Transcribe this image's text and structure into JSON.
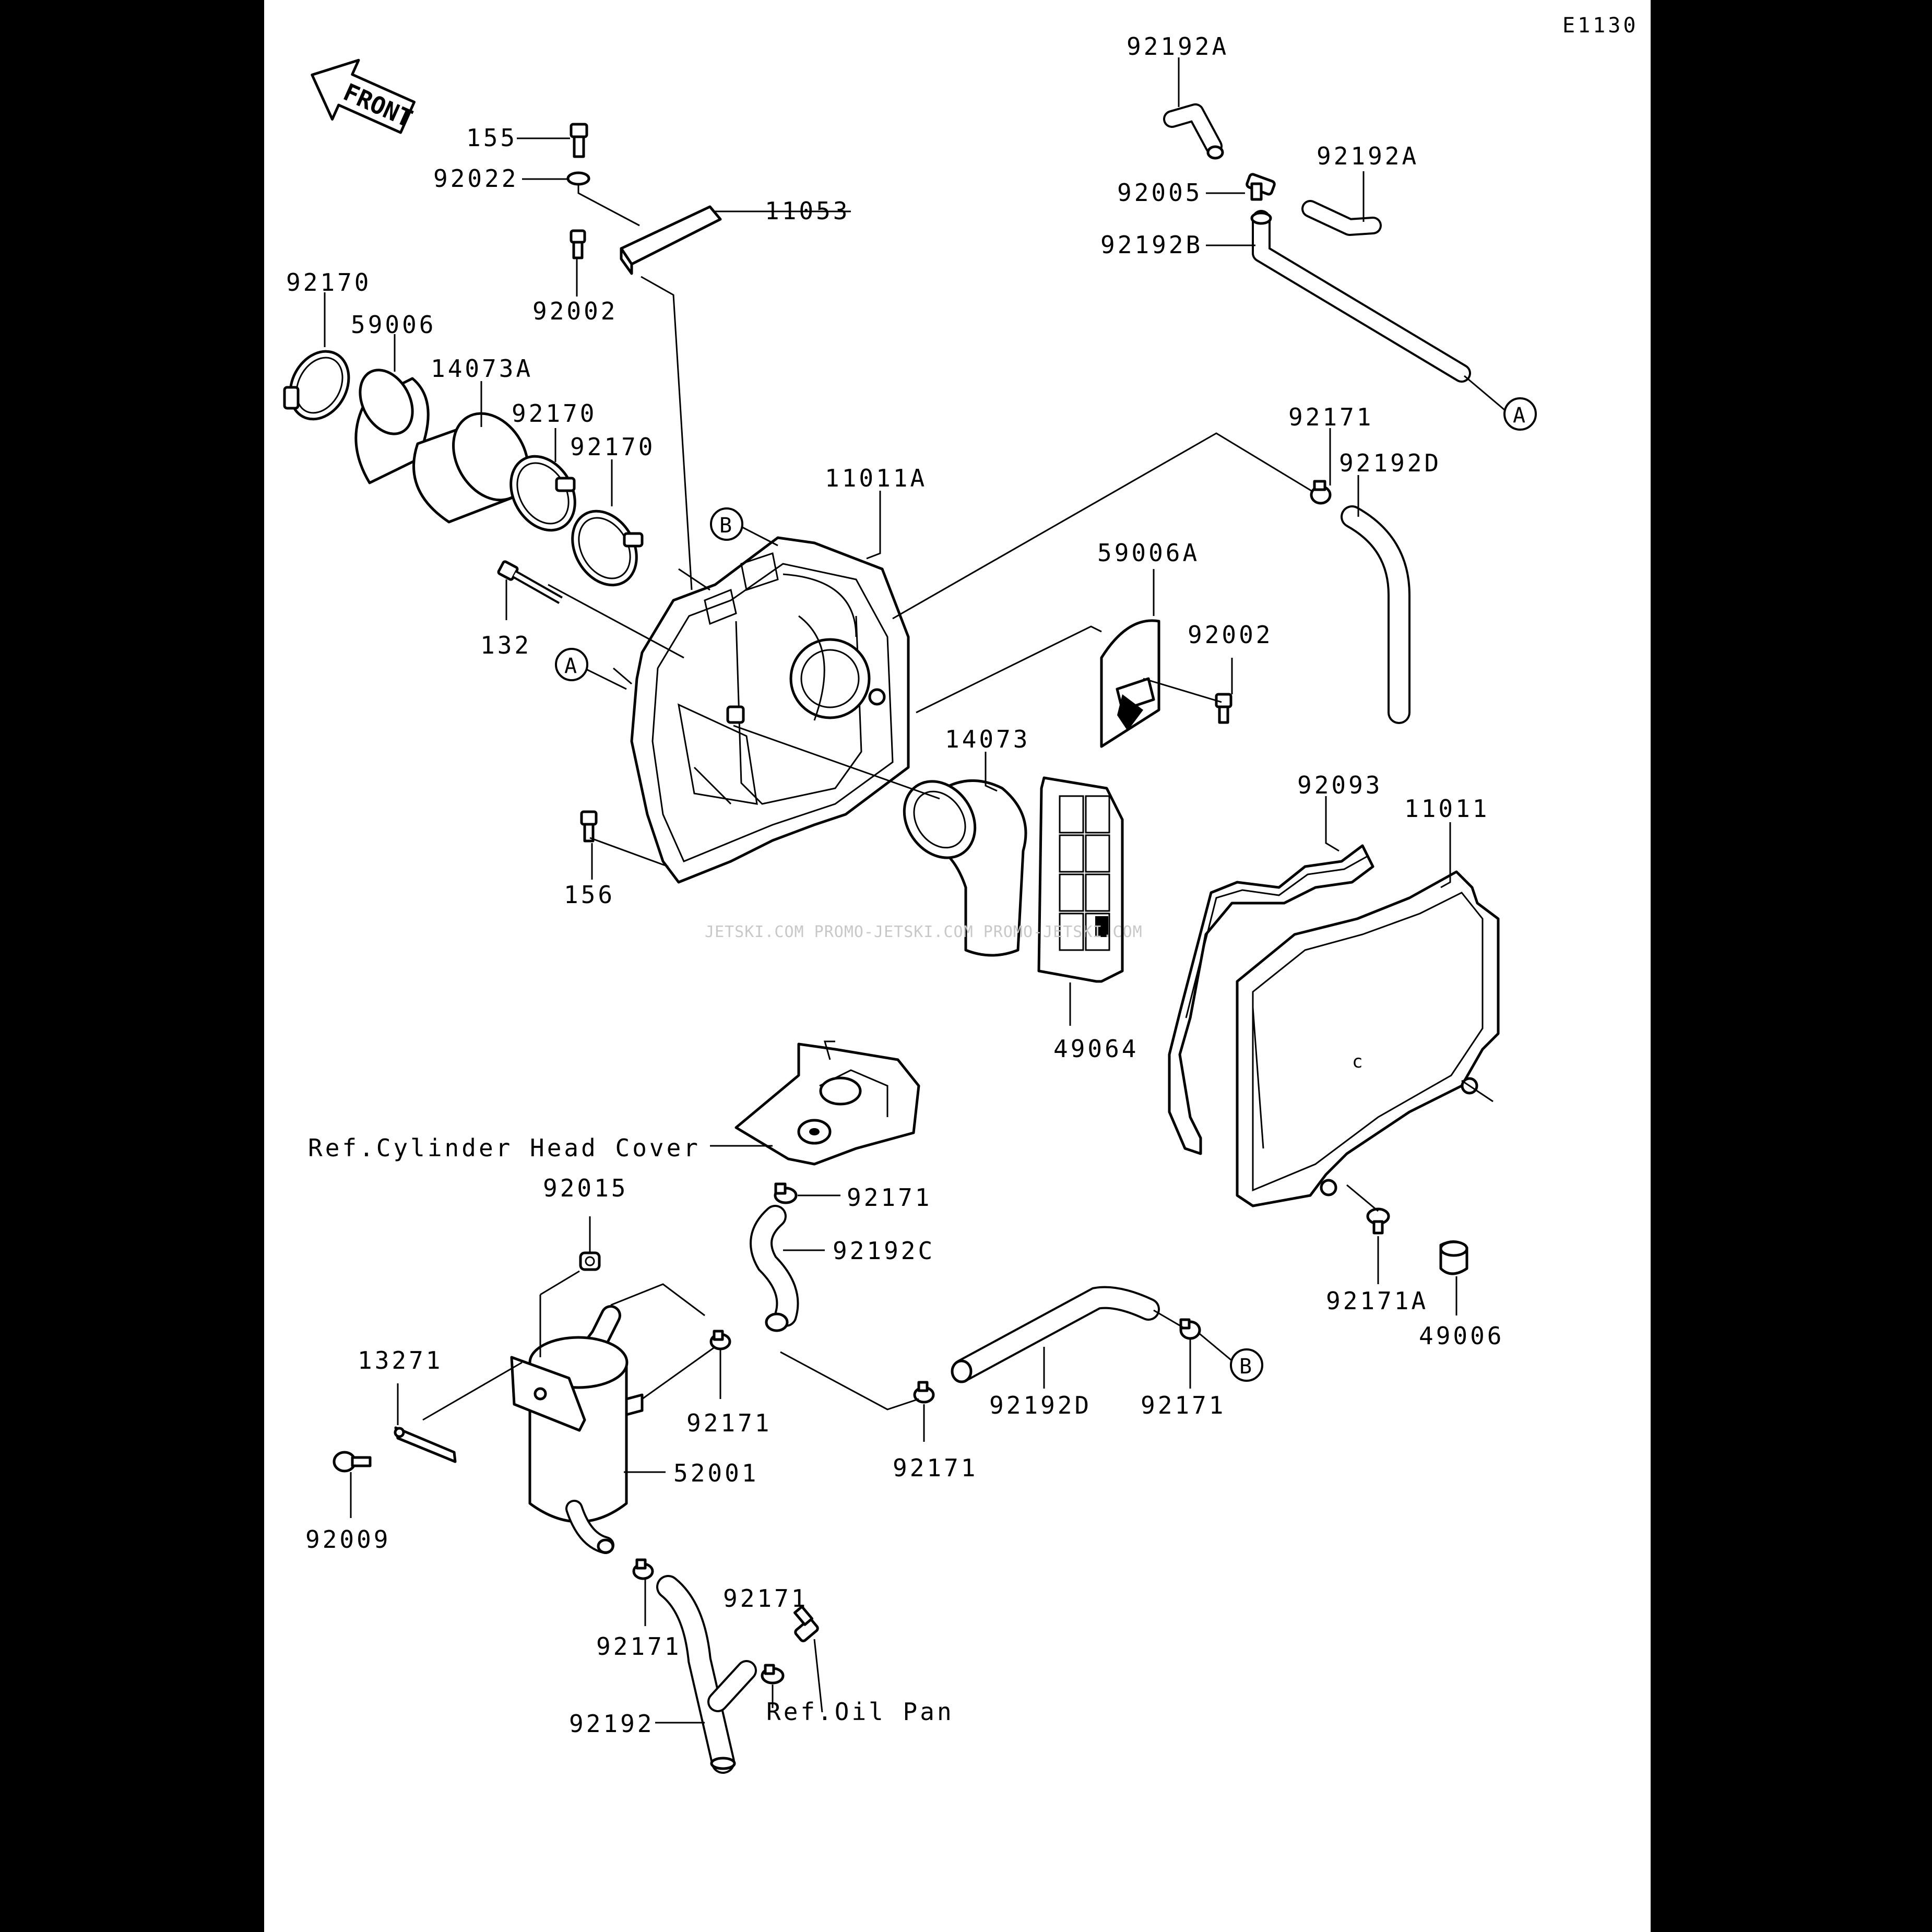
{
  "diagram_code": "E1130",
  "front_label": "FRONT",
  "callouts": {
    "c155": "155",
    "c92022": "92022",
    "c11053": "11053",
    "c92002a": "92002",
    "c92170a": "92170",
    "c59006": "59006",
    "c14073a": "14073A",
    "c92170b": "92170",
    "c92170c": "92170",
    "c132": "132",
    "c11011a": "11011A",
    "c156": "156",
    "c14073": "14073",
    "c59006a": "59006A",
    "c92002b": "92002",
    "c92171a": "92171",
    "c92192d_top": "92192D",
    "c92192a_1": "92192A",
    "c92192a_2": "92192A",
    "c92005": "92005",
    "c92192b": "92192B",
    "c92093": "92093",
    "c11011": "11011",
    "c49064": "49064",
    "ref_cyl": "Ref.Cylinder Head Cover",
    "c92171b": "92171",
    "c92192c": "92192C",
    "c92015": "92015",
    "c13271": "13271",
    "c92009": "92009",
    "c92171c": "92171",
    "c52001": "52001",
    "c92171d": "92171",
    "c92192d_bot": "92192D",
    "c92171e": "92171",
    "c92171A": "92171A",
    "c49006": "49006",
    "c92171f": "92171",
    "c92171g": "92171",
    "c92192": "92192",
    "ref_oil": "Ref.Oil Pan"
  },
  "markers": {
    "a": "A",
    "b": "B"
  },
  "watermark": "JETSKI.COM  PROMO-JETSKI.COM  PROMO-JETSKI.COM"
}
